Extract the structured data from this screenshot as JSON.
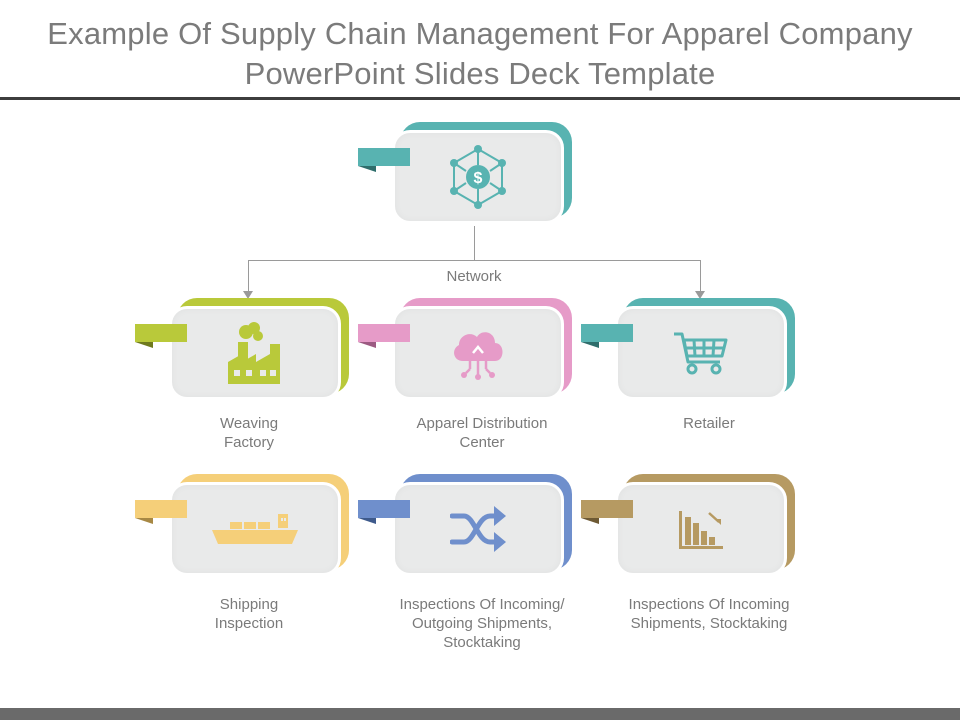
{
  "title": "Example Of Supply Chain Management For Apparel Company PowerPoint Slides Deck Template",
  "network_label": "Network",
  "colors": {
    "teal": "#58b3b1",
    "lime": "#b9c93a",
    "pink": "#e69bc8",
    "yellow": "#f5cf79",
    "blue": "#6f8fcc",
    "tan": "#b69a62"
  },
  "nodes": {
    "top": {
      "icon": "dollar-network-icon",
      "label": ""
    },
    "weaving": {
      "icon": "factory-icon",
      "label": "Weaving\nFactory"
    },
    "distribution": {
      "icon": "cloud-upload-icon",
      "label": "Apparel Distribution\nCenter"
    },
    "retailer": {
      "icon": "shopping-cart-icon",
      "label": "Retailer"
    },
    "shipping": {
      "icon": "cargo-ship-icon",
      "label": "Shipping\nInspection"
    },
    "inspections_io": {
      "icon": "shuffle-icon",
      "label": "Inspections Of Incoming/\nOutgoing Shipments,\nStocktaking"
    },
    "inspections_in": {
      "icon": "bar-chart-down-icon",
      "label": "Inspections Of Incoming\nShipments, Stocktaking"
    }
  }
}
